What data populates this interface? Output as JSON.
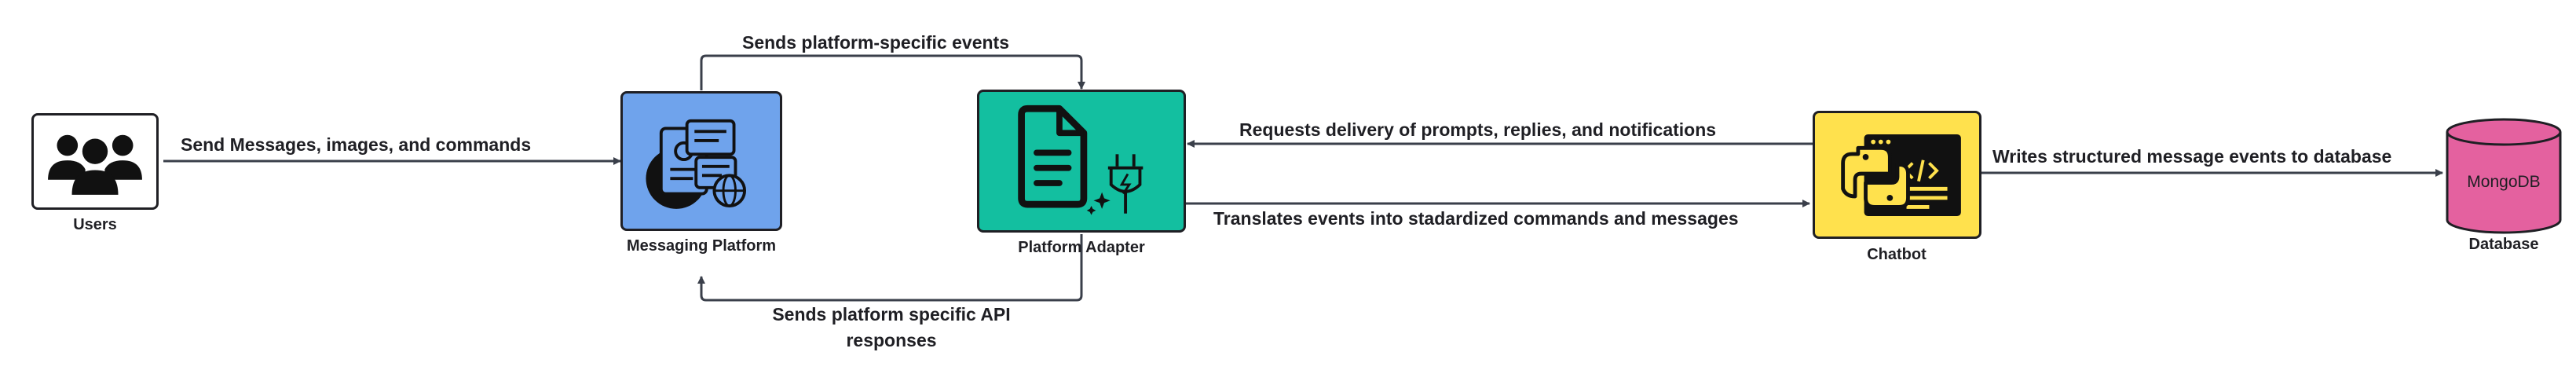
{
  "nodes": {
    "users": {
      "label": "Users",
      "icon": "users-icon"
    },
    "messaging_platform": {
      "label": "Messaging  Platform",
      "icon": "messaging-platform-icon",
      "color": "#6fa3ec"
    },
    "platform_adapter": {
      "label": "Platform Adapter",
      "icon": "document-plug-icon",
      "color": "#13bfa0"
    },
    "chatbot": {
      "label": "Chatbot",
      "icon": "python-code-icon",
      "color": "#ffe14d"
    },
    "database": {
      "label": "Database",
      "inner_label": "MongoDB",
      "icon": "database-cylinder-icon",
      "color": "#e4619f"
    }
  },
  "edges": {
    "users_to_messaging": "Send Messages, images, and commands",
    "messaging_to_adapter": "Sends platform-specific events",
    "adapter_to_messaging_line1": "Sends platform specific API",
    "adapter_to_messaging_line2": "responses",
    "chatbot_to_adapter": "Requests delivery of prompts, replies, and notifications",
    "adapter_to_chatbot": "Translates events into stadardized commands and messages",
    "chatbot_to_database": "Writes structured message events to database"
  },
  "colors": {
    "line": "#3a3f4a",
    "border": "#1f1f24"
  }
}
